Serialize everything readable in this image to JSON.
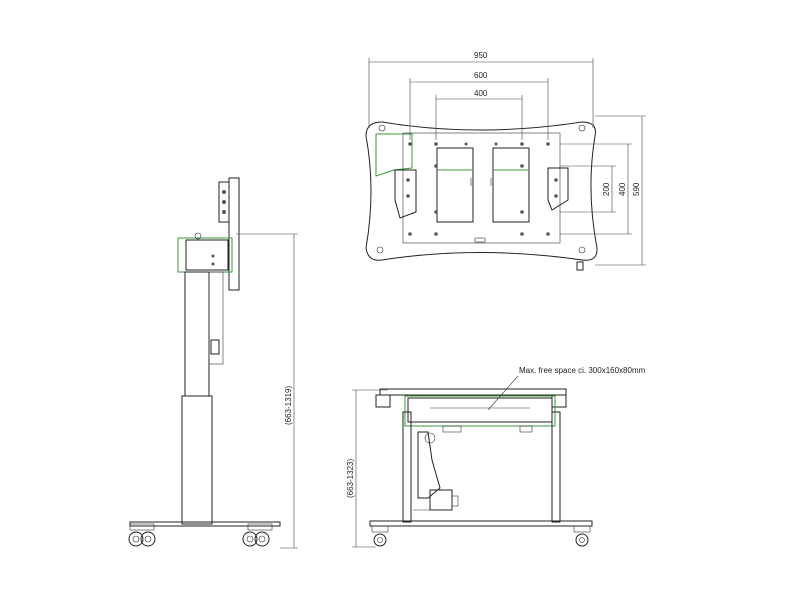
{
  "dimensions": {
    "plate_width_950": "950",
    "vesa_width_600": "600",
    "vesa_width_400": "400",
    "vesa_height_200": "200",
    "vesa_height_400": "400",
    "plate_height_590": "590",
    "side_height_range": "(663-1319)",
    "front_height_range": "(663-1323)"
  },
  "annotations": {
    "free_space_note": "Max. free space ci. 300x160x80mm"
  },
  "colors": {
    "line": "#222222",
    "accent_green": "#3a9a3a"
  }
}
